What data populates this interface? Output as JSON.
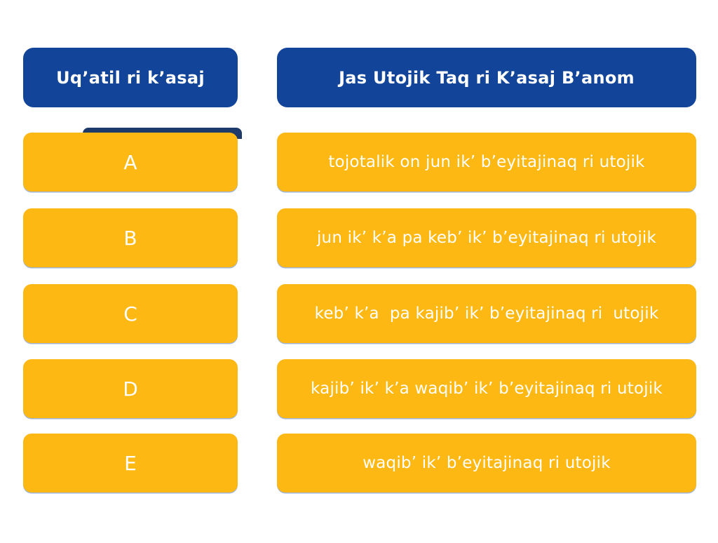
{
  "colors": {
    "header_blue": "#12459a",
    "card_yellow": "#fdb813",
    "text_white": "#ffffff",
    "accent_navy": "#1e3a6b"
  },
  "table": {
    "left_header": "Uq’atil ri k’asaj",
    "right_header": "Jas Utojik Taq ri K’asaj B’anom",
    "rows": [
      {
        "letter": "A",
        "description": "tojotalik on jun ik’ b’eyitajinaq ri utojik"
      },
      {
        "letter": "B",
        "description": "jun ik’ k’a pa keb’ ik’ b’eyitajinaq ri utojik"
      },
      {
        "letter": "C",
        "description": "keb’ k’a  pa kajib’ ik’ b’eyitajinaq ri  utojik"
      },
      {
        "letter": "D",
        "description": "kajib’ ik’ k’a waqib’ ik’ b’eyitajinaq ri utojik"
      },
      {
        "letter": "E",
        "description": "waqib’ ik’ b’eyitajinaq ri utojik"
      }
    ]
  }
}
